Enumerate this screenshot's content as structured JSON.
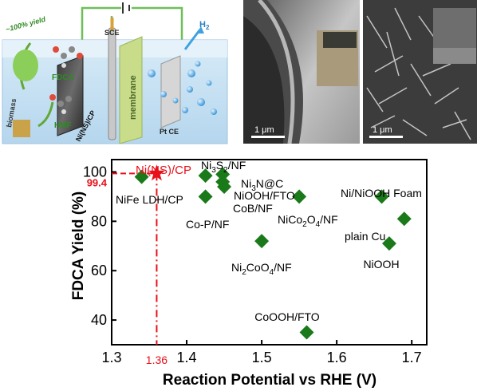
{
  "schematic": {
    "yield_label": "~100% yield",
    "fdca_label": "FDCA",
    "hmf_label": "HMF",
    "biomass_label": "biomass",
    "anode_label": "Ni(NS)/CP",
    "sce_label": "SCE",
    "membrane_label": "membrane",
    "cathode_label": "Pt CE",
    "h2_label": "H",
    "h2_sub": "2"
  },
  "sem_images": [
    {
      "scale_label": "1 μm"
    },
    {
      "scale_label": "1 μm"
    }
  ],
  "colors": {
    "marker": "#1a7a1a",
    "highlight": "#e8101a",
    "axis": "#000000"
  },
  "chart_data": {
    "type": "scatter",
    "xlabel": "Reaction Potential vs RHE (V)",
    "ylabel": "FDCA Yield (%)",
    "xlim": [
      1.3,
      1.72
    ],
    "ylim": [
      30,
      105
    ],
    "xticks": [
      "1.3",
      "1.4",
      "1.5",
      "1.6",
      "1.7"
    ],
    "xtick_values": [
      1.3,
      1.4,
      1.5,
      1.6,
      1.7
    ],
    "yticks": [
      "40",
      "60",
      "80",
      "100"
    ],
    "ytick_values": [
      40,
      60,
      80,
      100
    ],
    "highlight": {
      "name": "Ni(NS)/CP",
      "x": 1.36,
      "y": 99.4,
      "x_label": "1.36",
      "y_label": "99.4"
    },
    "points": [
      {
        "name": "NiFe LDH/CP",
        "x": 1.34,
        "y": 98
      },
      {
        "name": "Ni3S2/NF",
        "x": 1.425,
        "y": 98.5
      },
      {
        "name": "Co-P/NF",
        "x": 1.425,
        "y": 90
      },
      {
        "name": "Ni3N@C",
        "x": 1.448,
        "y": 99
      },
      {
        "name": "NiOOH/FTO",
        "x": 1.448,
        "y": 96
      },
      {
        "name": "CoB/NF",
        "x": 1.45,
        "y": 94
      },
      {
        "name": "NiCo2O4/NF",
        "x": 1.55,
        "y": 90
      },
      {
        "name": "Ni2CoO4/NF",
        "x": 1.5,
        "y": 72
      },
      {
        "name": "CoOOH/FTO",
        "x": 1.56,
        "y": 35
      },
      {
        "name": "Ni/NiOOH Foam",
        "x": 1.66,
        "y": 90
      },
      {
        "name": "plain Cu",
        "x": 1.69,
        "y": 81
      },
      {
        "name": "NiOOH",
        "x": 1.67,
        "y": 71
      }
    ]
  }
}
